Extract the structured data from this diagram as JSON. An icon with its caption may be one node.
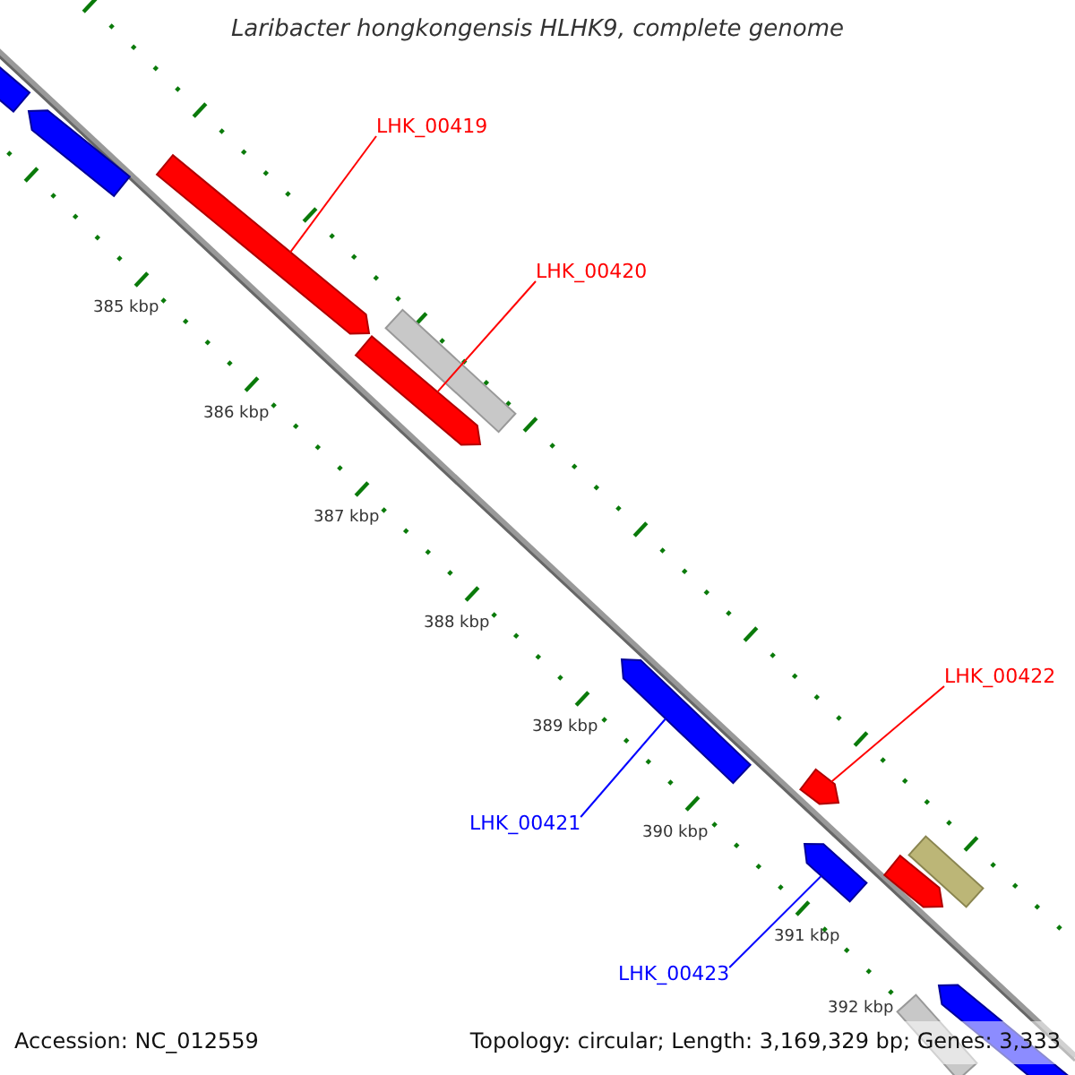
{
  "diagram": {
    "title": "Laribacter hongkongensis HLHK9, complete genome",
    "nodes": [
      {
        "text": [
          "LHK_00419"
        ]
      },
      {
        "text": [
          "LHK_00420"
        ]
      },
      {
        "text": [
          "LHK_00422"
        ]
      },
      {
        "text": [
          "LHK_00421"
        ]
      },
      {
        "text": [
          "LHK_00423"
        ]
      },
      {
        "text": [],
        "shape": "bar"
      },
      {
        "text": [],
        "shape": "bar"
      },
      {
        "text": [],
        "shape": "bar"
      },
      {
        "text": [],
        "shape": "bar"
      },
      {
        "text": [],
        "shape": "bar"
      },
      {
        "text": [],
        "shape": "bar"
      },
      {
        "text": [],
        "shape": "bar"
      },
      {
        "text": [],
        "shape": "bar"
      },
      {
        "text": [],
        "shape": "bar"
      },
      {
        "text": [],
        "shape": "bar"
      },
      {
        "text": [],
        "shape": "bar"
      },
      {
        "text": [],
        "shape": "bar"
      }
    ],
    "edges": [
      {
        "from": 0,
        "to": 5,
        "arrow": "none"
      },
      {
        "from": 1,
        "to": 6,
        "arrow": "none"
      },
      {
        "from": 2,
        "to": 7,
        "arrow": "none"
      },
      {
        "from": 3,
        "to": 8,
        "arrow": "none",
        "color": "#0000ff"
      },
      {
        "from": 4,
        "to": 9,
        "arrow": "none",
        "color": "#0000ff"
      }
    ],
    "labels": [
      "385 kbp",
      "386 kbp",
      "387 kbp",
      "388 kbp",
      "389 kbp",
      "390 kbp",
      "391 kbp",
      "392 kbp",
      "Accession: NC_012559",
      "Topology: circular; Length: 3,169,329 bp; Genes: 3,333"
    ]
  }
}
